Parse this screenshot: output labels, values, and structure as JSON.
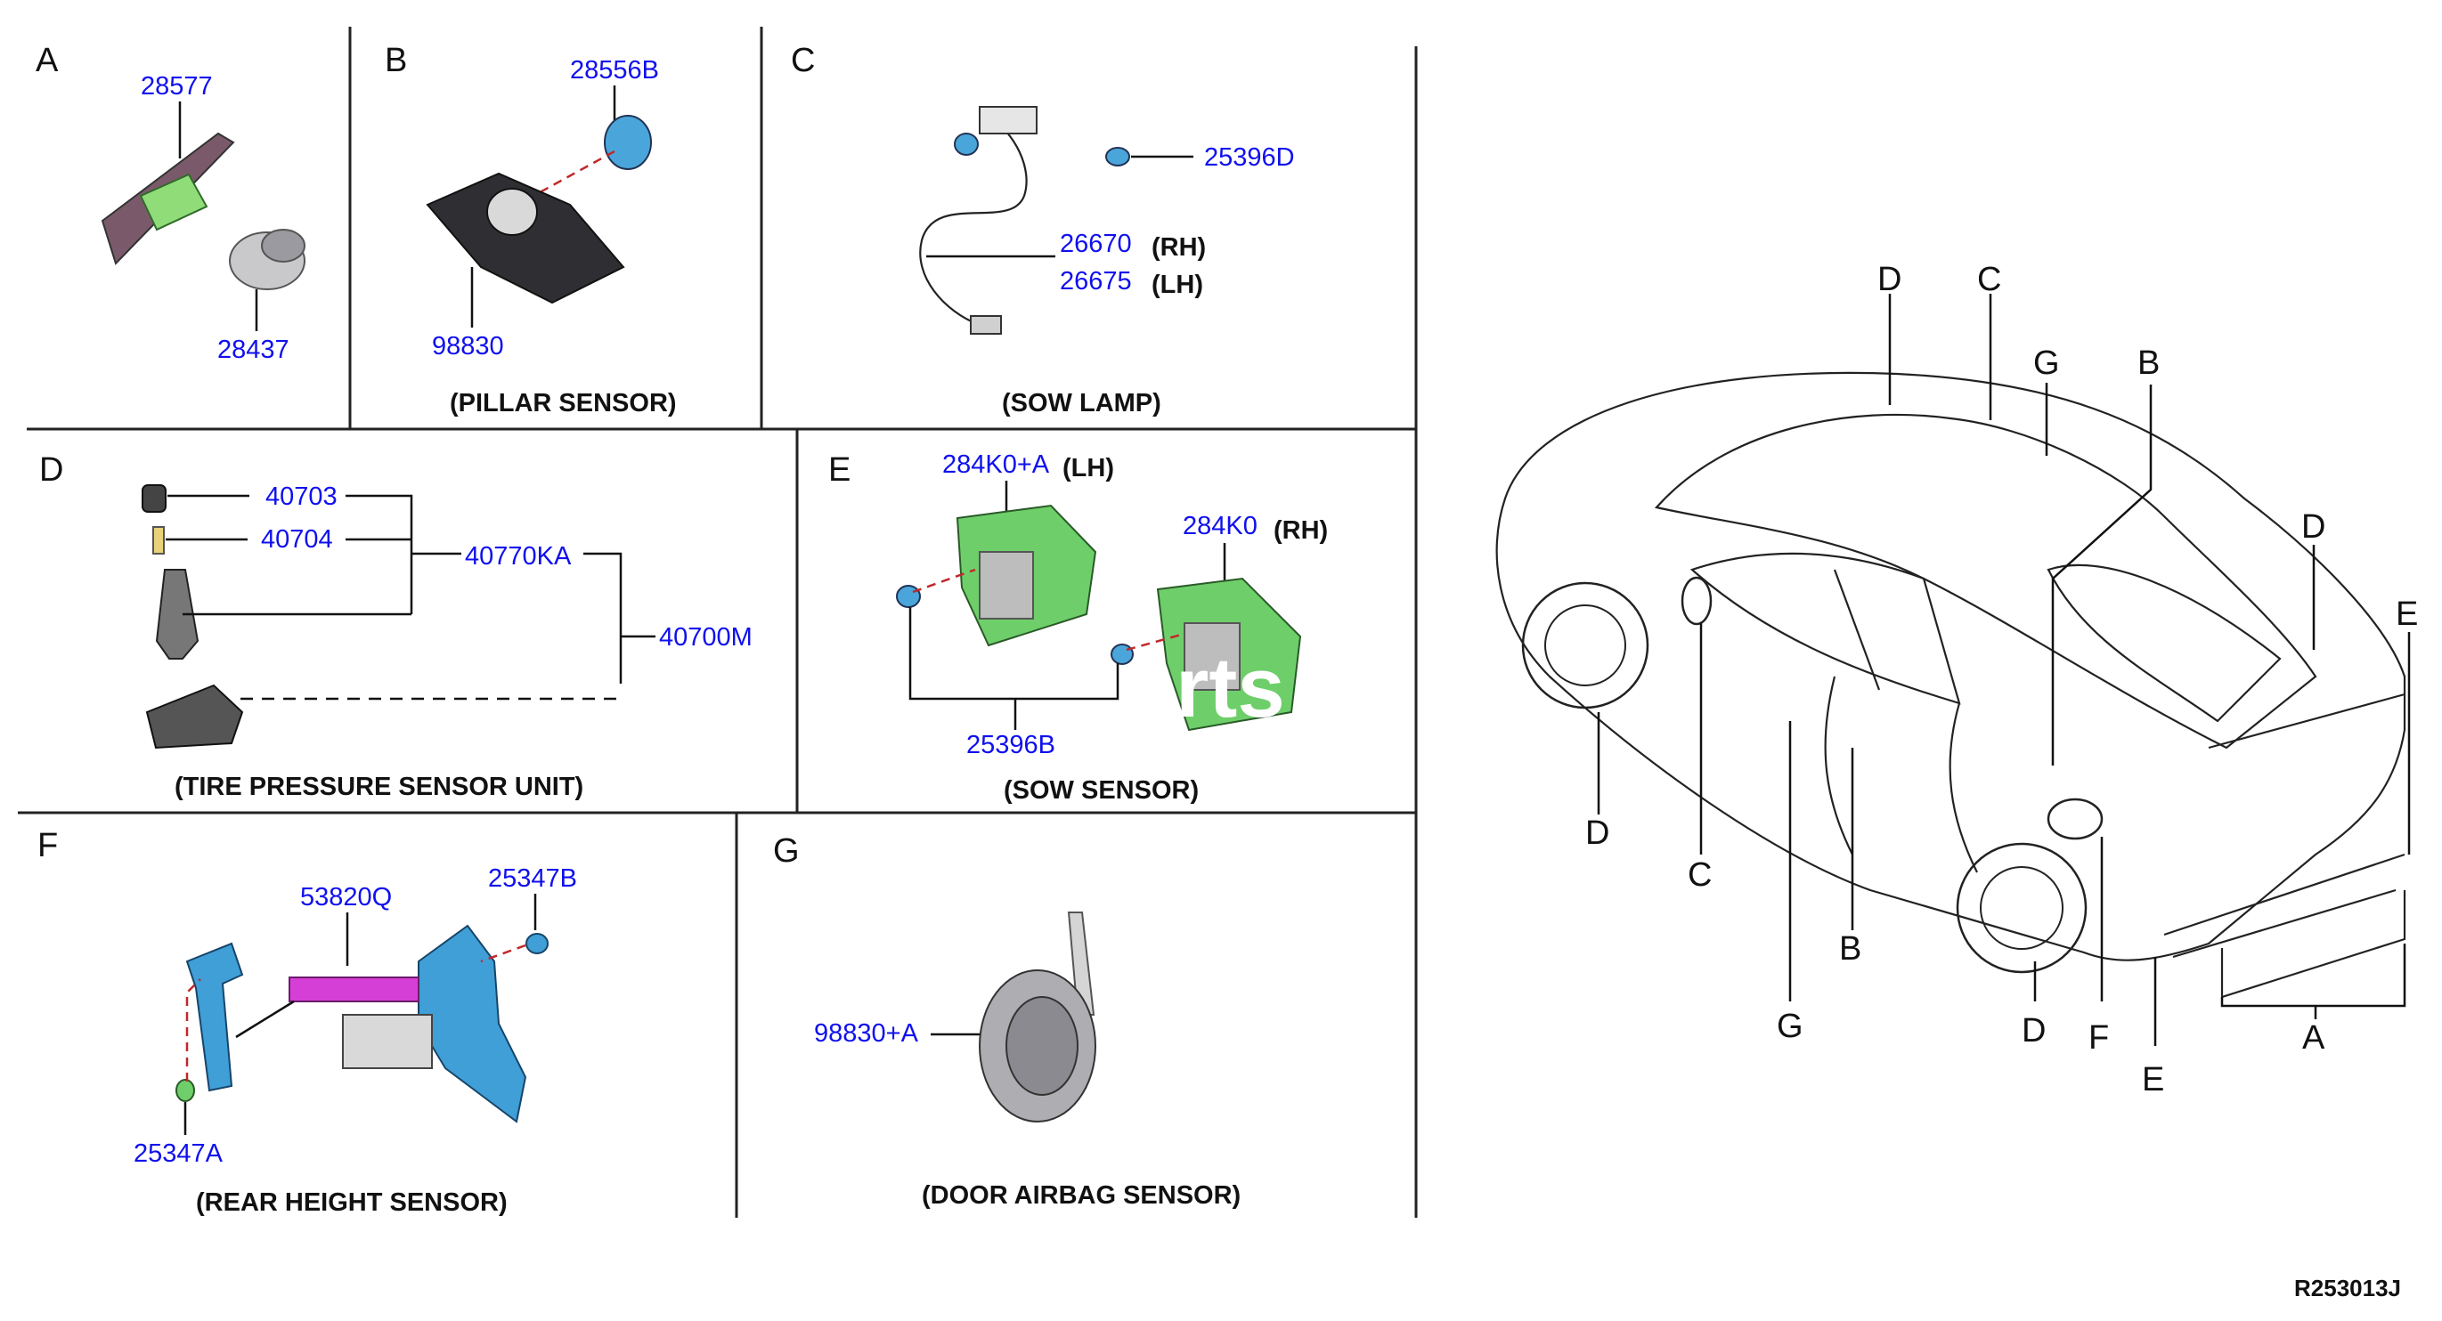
{
  "sections": {
    "A": {
      "letter": "A",
      "parts": [
        "28577",
        "28437"
      ]
    },
    "B": {
      "letter": "B",
      "parts": [
        "28556B",
        "98830"
      ],
      "caption": "(PILLAR SENSOR)"
    },
    "C": {
      "letter": "C",
      "parts": [
        "25396D",
        "26670",
        "26675"
      ],
      "sides": [
        "(RH)",
        "(LH)"
      ],
      "caption": "(SOW LAMP)"
    },
    "D": {
      "letter": "D",
      "parts": [
        "40703",
        "40704",
        "40770KA",
        "40700M"
      ],
      "caption": "(TIRE PRESSURE SENSOR UNIT)"
    },
    "E": {
      "letter": "E",
      "parts": [
        "284K0+A",
        "284K0",
        "25396B"
      ],
      "sides": [
        "(LH)",
        "(RH)"
      ],
      "caption": "(SOW SENSOR)"
    },
    "F": {
      "letter": "F",
      "parts": [
        "53820Q",
        "25347B",
        "25347A"
      ],
      "caption": "(REAR HEIGHT SENSOR)"
    },
    "G": {
      "letter": "G",
      "parts": [
        "98830+A"
      ],
      "caption": "(DOOR AIRBAG SENSOR)"
    }
  },
  "watermark": "rts",
  "car_callouts": [
    "D",
    "C",
    "G",
    "B",
    "D",
    "E",
    "D",
    "C",
    "G",
    "B",
    "D",
    "F",
    "E",
    "A"
  ],
  "reference": "R253013J",
  "colors": {
    "part_number": "#1010ee",
    "sensor_green": "#6ecf6a",
    "bracket_blue": "#3f9fd6",
    "arm_magenta": "#d63fd6",
    "dash_red": "#c0282a"
  }
}
